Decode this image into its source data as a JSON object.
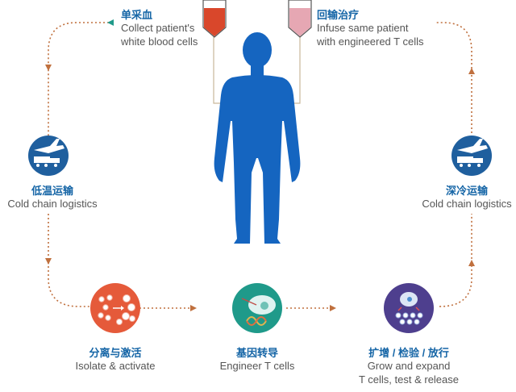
{
  "steps": {
    "collect": {
      "zh": "单采血",
      "en_line1": "Collect patient's",
      "en_line2": "white blood cells"
    },
    "infuse": {
      "zh": "回输治疗",
      "en_line1": "Infuse same patient",
      "en_line2": "with engineered T cells"
    },
    "transport_left": {
      "zh": "低温运输",
      "en": "Cold chain logistics"
    },
    "transport_right": {
      "zh": "深冷运输",
      "en": "Cold chain logistics"
    },
    "isolate": {
      "zh": "分离与激活",
      "en": "Isolate & activate"
    },
    "engineer": {
      "zh": "基因转导",
      "en": "Engineer T cells"
    },
    "expand": {
      "zh": "扩增 / 检验 / 放行",
      "en_line1": "Grow and expand",
      "en_line2": "T cells, test & release"
    }
  },
  "icons": [
    "blood-bag-icon",
    "infusion-bag-icon",
    "human-body-icon",
    "transport-icon",
    "cells-icon",
    "dna-virus-icon",
    "cell-expansion-icon"
  ],
  "colors": {
    "body": "#1565c0",
    "label_blue": "#1565a6",
    "flow_dots": "#c0703e",
    "blood": "#d9472b",
    "infuse_fill": "#e6a7b3",
    "isolate_circle": "#e55a3a",
    "engineer_circle": "#1f9a8a",
    "expand_circle": "#4e3f8e",
    "transport_circle": "#1f5f9e"
  }
}
